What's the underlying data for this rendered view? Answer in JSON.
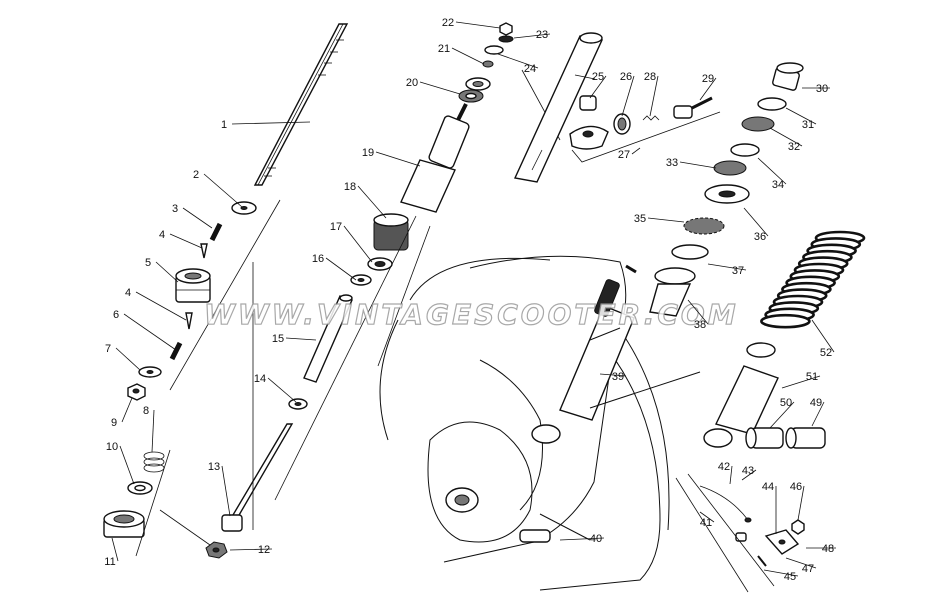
{
  "watermark": "WWW.VINTAGESCOOTER.COM",
  "colors": {
    "ink": "#111111",
    "paper": "#ffffff",
    "watermark_outline": "#9a9a9a"
  },
  "callouts": [
    "1",
    "2",
    "3",
    "4",
    "5",
    "4",
    "6",
    "7",
    "8",
    "9",
    "10",
    "11",
    "12",
    "13",
    "14",
    "15",
    "16",
    "17",
    "18",
    "19",
    "20",
    "21",
    "22",
    "23",
    "24",
    "25",
    "26",
    "27",
    "28",
    "29",
    "30",
    "31",
    "32",
    "33",
    "34",
    "35",
    "36",
    "37",
    "38",
    "39",
    "40",
    "41",
    "42",
    "43",
    "44",
    "45",
    "46",
    "47",
    "48",
    "49",
    "50",
    "51",
    "52"
  ]
}
